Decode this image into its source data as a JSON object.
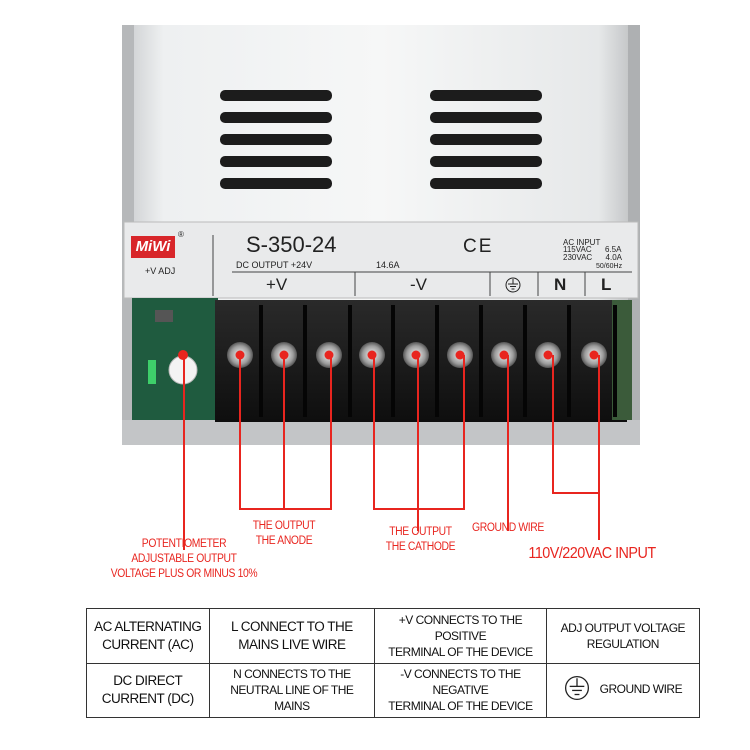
{
  "product": {
    "brand_logo": "MiWi",
    "registered_mark": "®",
    "model": "S-350-24",
    "ce_mark": "CE",
    "dc_output": "DC OUTPUT +24V",
    "dc_current": "14.6A",
    "ac_input_title": "AC INPUT",
    "ac_input_rows": [
      "115VAC      6.5A",
      "230VAC      4.0A"
    ],
    "frequency": "50/60Hz",
    "adj_label": "+V ADJ",
    "terminals": [
      "+V",
      "-V",
      "ground-symbol",
      "N",
      "L"
    ]
  },
  "annotations": {
    "potentiometer": [
      "POTENTIOMETER",
      "ADJUSTABLE OUTPUT",
      "VOLTAGE PLUS OR MINUS 10%"
    ],
    "anode": [
      "THE OUTPUT",
      "THE ANODE"
    ],
    "cathode": [
      "THE OUTPUT",
      "THE CATHODE"
    ],
    "ground": "GROUND WIRE",
    "input": "110V/220VAC INPUT",
    "color": "#e8251f"
  },
  "legend_table": {
    "rows": [
      [
        "AC ALTERNATING\nCURRENT (AC)",
        "L  CONNECT TO THE\nMAINS LIVE WIRE",
        "+V CONNECTS TO THE POSITIVE\nTERMINAL OF THE DEVICE",
        "ADJ  OUTPUT VOLTAGE\nREGULATION"
      ],
      [
        "DC DIRECT\nCURRENT (DC)",
        "N  CONNECTS TO THE\nNEUTRAL LINE OF THE MAINS",
        "-V CONNECTS TO THE NEGATIVE\nTERMINAL OF THE DEVICE",
        "GROUND WIRE"
      ]
    ]
  }
}
